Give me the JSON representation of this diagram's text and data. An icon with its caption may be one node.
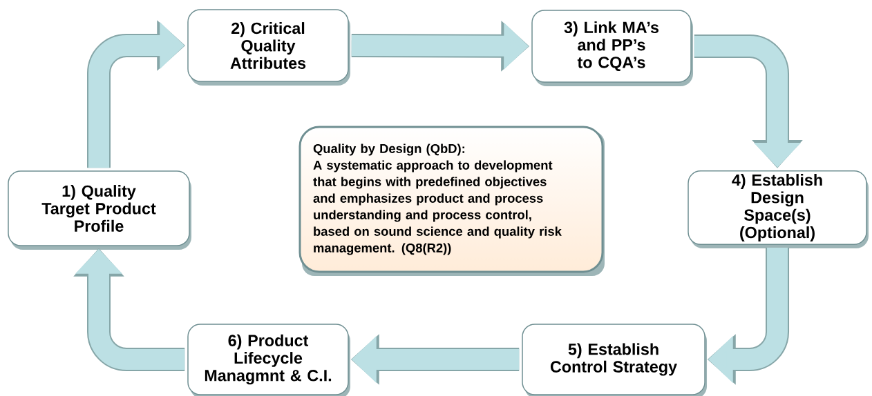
{
  "diagram": {
    "nodes": [
      {
        "text": [
          "1) Quality Target Product Profile"
        ]
      },
      {
        "text": [
          "2) Critical Quality Attributes"
        ]
      },
      {
        "text": [
          "3) Link MA’s and PP’s to CQA’s"
        ]
      },
      {
        "text": [
          "4) Establish Design Space(s) (Optional)"
        ]
      },
      {
        "text": [
          "5) Establish Control Strategy"
        ]
      },
      {
        "text": [
          "6) Product Lifecycle Managmnt & C.I."
        ]
      },
      {
        "text": [
          "Quality by Design (QbD):",
          "A systematic approach to development that begins with predefined objectives and emphasizes product and process understanding and process control, based on sound science and quality risk management. (Q8(R2))"
        ]
      }
    ],
    "edges": [
      {
        "from": 0,
        "to": 1,
        "arrow": "to"
      },
      {
        "from": 1,
        "to": 2,
        "arrow": "to"
      },
      {
        "from": 2,
        "to": 3,
        "arrow": "to"
      },
      {
        "from": 3,
        "to": 4,
        "arrow": "to"
      },
      {
        "from": 4,
        "to": 5,
        "arrow": "to"
      },
      {
        "from": 5,
        "to": 0,
        "arrow": "to"
      }
    ]
  }
}
